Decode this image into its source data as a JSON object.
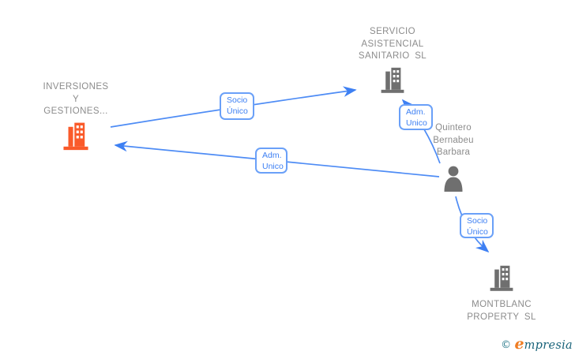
{
  "diagram": {
    "type": "corporate-relationship-graph",
    "nodes": [
      {
        "id": "inversiones",
        "type": "company",
        "icon": "building-icon",
        "color": "#fa5a2a",
        "label": "INVERSIONES Y GESTIONES...",
        "label_lines": [
          "INVERSIONES",
          "Y",
          "GESTIONES..."
        ]
      },
      {
        "id": "servicio",
        "type": "company",
        "icon": "building-icon",
        "color": "#6f6f6f",
        "label": "SERVICIO ASISTENCIAL SANITARIO SL",
        "label_lines": [
          "SERVICIO",
          "ASISTENCIAL",
          "SANITARIO SL"
        ]
      },
      {
        "id": "quintero",
        "type": "person",
        "icon": "person-icon",
        "color": "#6f6f6f",
        "label": "Quintero Bernabeu Barbara",
        "label_lines": [
          "Quintero",
          "Bernabeu",
          "Barbara"
        ]
      },
      {
        "id": "montblanc",
        "type": "company",
        "icon": "building-icon",
        "color": "#6f6f6f",
        "label": "MONTBLANC PROPERTY SL",
        "label_lines": [
          "MONTBLANC",
          "PROPERTY SL"
        ]
      }
    ],
    "edges": [
      {
        "from": "INVERSIONES Y GESTIONES...",
        "to": "SERVICIO ASISTENCIAL SANITARIO SL",
        "label": "Socio Único",
        "label_lines": [
          "Socio",
          "Único"
        ]
      },
      {
        "from": "Quintero Bernabeu Barbara",
        "to": "INVERSIONES Y GESTIONES...",
        "label": "Adm. Unico",
        "label_lines": [
          "Adm.",
          "Unico"
        ]
      },
      {
        "from": "Quintero Bernabeu Barbara",
        "to": "SERVICIO ASISTENCIAL SANITARIO SL",
        "label": "Adm. Unico",
        "label_lines": [
          "Adm.",
          "Unico"
        ]
      },
      {
        "from": "Quintero Bernabeu Barbara",
        "to": "MONTBLANC PROPERTY SL",
        "label": "Socio Único",
        "label_lines": [
          "Socio",
          "Único"
        ]
      }
    ],
    "colors": {
      "edge_blue": "#4e8cf5",
      "edge_box_border": "#6aa0f8",
      "edge_label_text": "#3e80f3",
      "company_orange": "#fa5a2a",
      "node_gray": "#6f6f6f",
      "node_text_gray": "#8c8c8c"
    }
  },
  "footer": {
    "copyright": "©",
    "brand_initial": "e",
    "brand_rest": "mpresia",
    "brand": "empresia"
  }
}
